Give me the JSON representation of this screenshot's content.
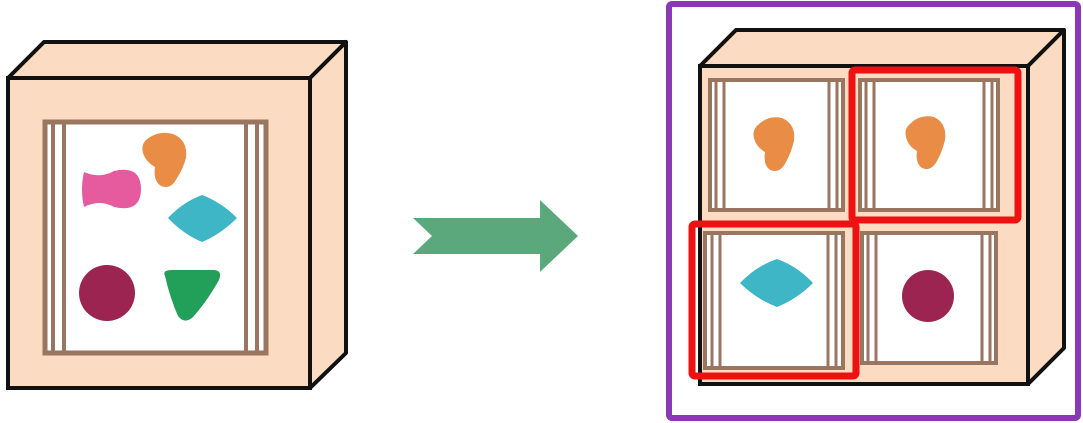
{
  "diagram": {
    "texts": [],
    "colors": {
      "background": "#ffffff",
      "box_face": "#fbdcc2",
      "box_outline": "#111111",
      "frame": "#9a7560",
      "window": "#ffffff",
      "arrow": "#5aa87c",
      "highlight_red": "#ee1111",
      "selection_purple": "#8a38b8",
      "shape_pink": "#e55b9e",
      "shape_orange": "#e98c45",
      "shape_teal": "#3fb6c5",
      "shape_maroon": "#9b2450",
      "shape_green": "#22a05a"
    },
    "source_box": {
      "shapes": [
        "pink-blob",
        "orange-blob",
        "teal-diamond",
        "maroon-circle",
        "green-triangle"
      ]
    },
    "result_grid": {
      "cells": [
        {
          "shape": "orange-blob",
          "highlighted": false
        },
        {
          "shape": "orange-blob",
          "highlighted": true
        },
        {
          "shape": "teal-diamond",
          "highlighted": true
        },
        {
          "shape": "maroon-circle",
          "highlighted": false
        }
      ],
      "selected": true
    },
    "arrow": {
      "direction": "right"
    }
  }
}
